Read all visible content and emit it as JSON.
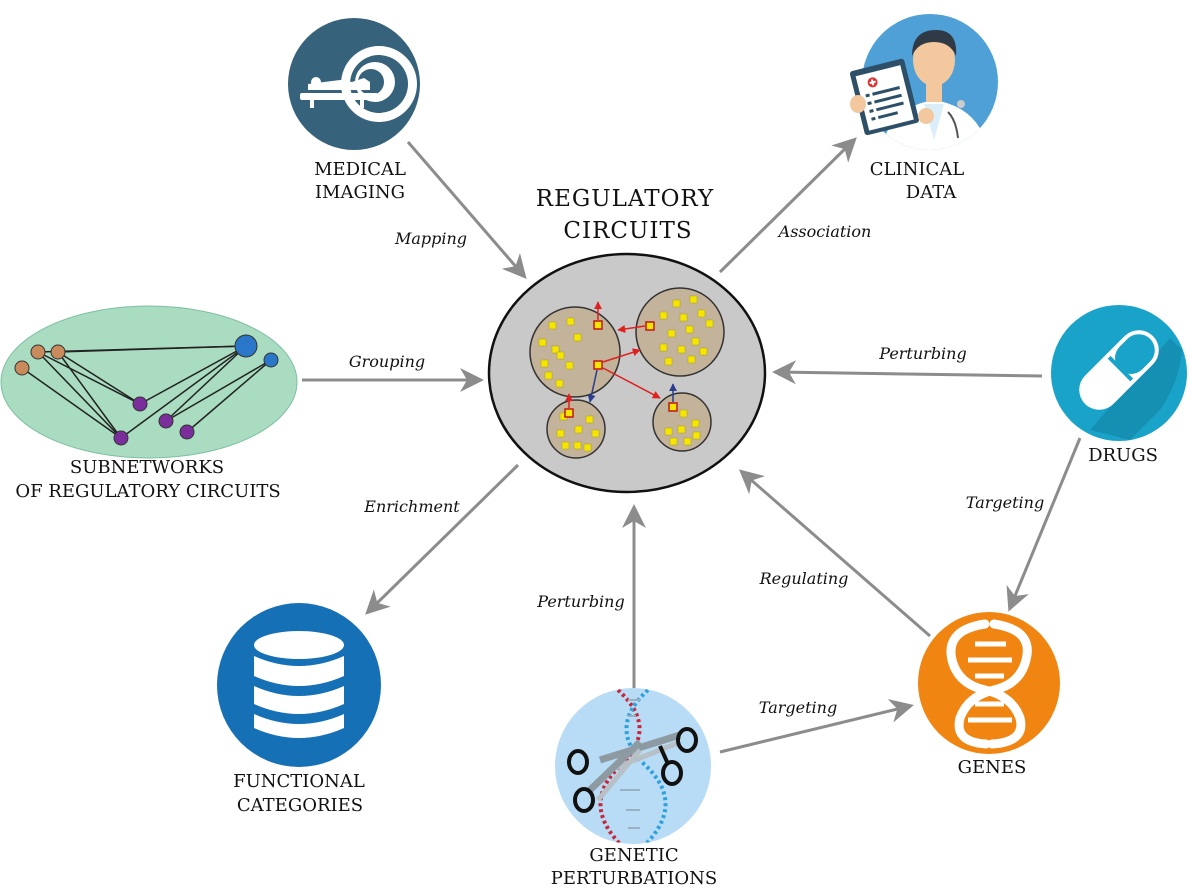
{
  "center": {
    "title": [
      "REGULATORY",
      "CIRCUITS"
    ]
  },
  "nodes": {
    "medical_imaging": [
      "MEDICAL",
      "IMAGING"
    ],
    "clinical_data": [
      "CLINICAL",
      "DATA"
    ],
    "subnetworks": [
      "SUBNETWORKS",
      "OF REGULATORY CIRCUITS"
    ],
    "drugs": [
      "DRUGS"
    ],
    "functional_categories": [
      "FUNCTIONAL",
      "CATEGORIES"
    ],
    "genetic_perturbations": [
      "GENETIC",
      "PERTURBATIONS"
    ],
    "genes": [
      "GENES"
    ]
  },
  "edges": {
    "mapping": "Mapping",
    "association": "Association",
    "grouping": "Grouping",
    "perturbing_drugs": "Perturbing",
    "targeting_drugs": "Targeting",
    "enrichment": "Enrichment",
    "regulating": "Regulating",
    "perturbing_genetic": "Perturbing",
    "targeting_genetic": "Targeting"
  },
  "colors": {
    "arrow": "#8c8c8c",
    "imaging": "#36627c",
    "clinical": "#4ea0d6",
    "network_bg": "#a9dcc0",
    "drugs": "#1aa3c9",
    "database": "#1670b6",
    "genes": "#f08512",
    "genetic_bg": "#b8dcf5",
    "circuit_outer": "#c9c9c9",
    "circuit_cluster": "#c2b39a",
    "circuit_node": "#f5e500",
    "circuit_red": "#e02020",
    "circuit_blue": "#2a3d8f"
  },
  "icons": [
    "mri-scanner-icon",
    "doctor-clipboard-icon",
    "network-graph-icon",
    "pill-icon",
    "database-icon",
    "dna-icon",
    "dna-scissors-icon"
  ]
}
